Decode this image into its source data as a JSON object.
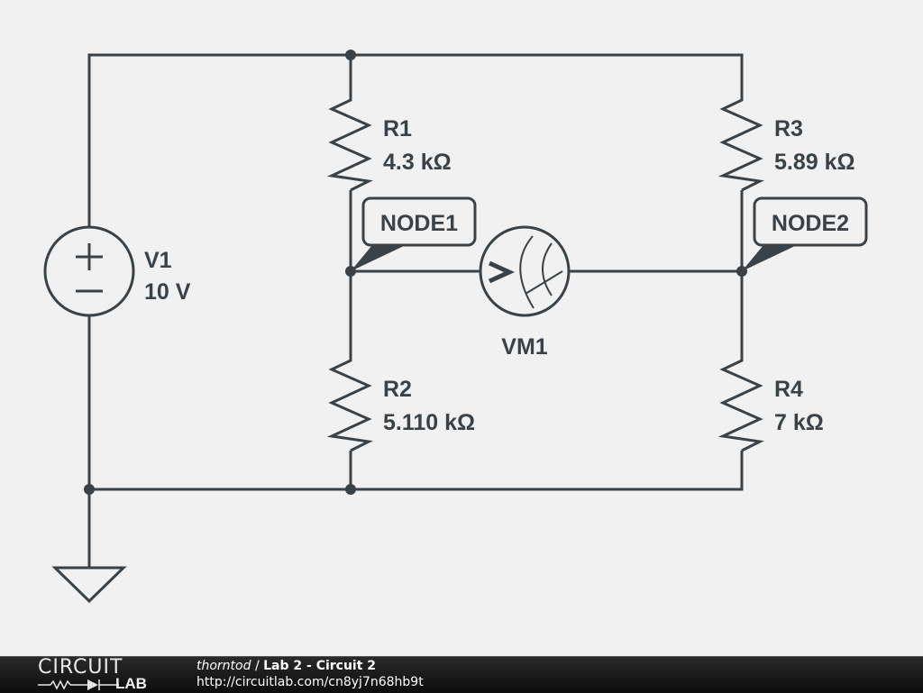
{
  "schematic": {
    "components": {
      "V1": {
        "name": "V1",
        "value": "10 V",
        "type": "voltage-source"
      },
      "R1": {
        "name": "R1",
        "value": "4.3 kΩ",
        "type": "resistor"
      },
      "R2": {
        "name": "R2",
        "value": "5.110 kΩ",
        "type": "resistor"
      },
      "R3": {
        "name": "R3",
        "value": "5.89 kΩ",
        "type": "resistor"
      },
      "R4": {
        "name": "R4",
        "value": "7 kΩ",
        "type": "resistor"
      },
      "VM1": {
        "name": "VM1",
        "type": "voltmeter"
      }
    },
    "nodes": {
      "node1": "NODE1",
      "node2": "NODE2"
    },
    "colors": {
      "wire": "#3b4247",
      "background": "#f1f1f1"
    }
  },
  "footer": {
    "logo_top": "CIRCUIT",
    "logo_bottom": "LAB",
    "author": "thorntod",
    "separator": " / ",
    "circuit_title": "Lab 2 - Circuit 2",
    "url": "http://circuitlab.com/cn8yj7n68hb9t"
  }
}
